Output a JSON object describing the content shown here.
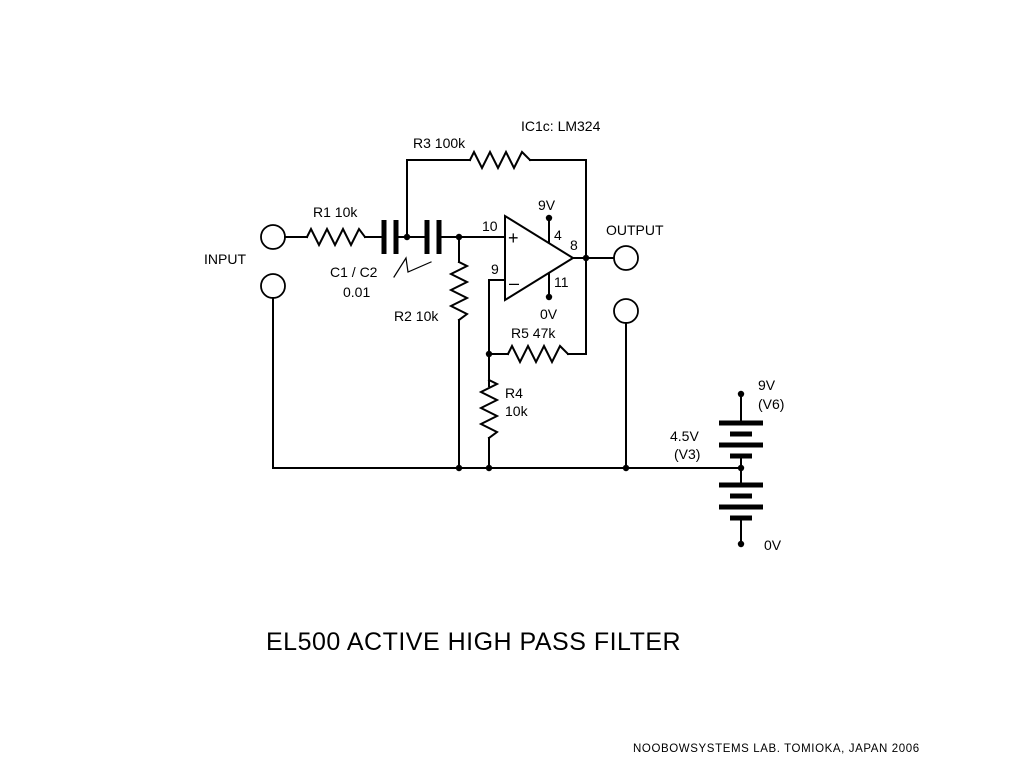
{
  "title": "EL500 ACTIVE HIGH PASS FILTER",
  "credit": "NOOBOWSYSTEMS LAB. TOMIOKA, JAPAN 2006",
  "ic": {
    "label": "IC1c: LM324",
    "pin_noninv": "10",
    "pin_inv": "9",
    "pin_out": "8",
    "pin_vplus": "4",
    "pin_vminus": "11",
    "vplus_label": "9V",
    "vminus_label": "0V",
    "plus_sign": "+",
    "minus_sign": "–"
  },
  "components": {
    "r1": "R1 10k",
    "r2": "R2 10k",
    "r3": "R3 100k",
    "r4_name": "R4",
    "r4_value": "10k",
    "r5": "R5 47k",
    "c_name": "C1 / C2",
    "c_value": "0.01"
  },
  "ports": {
    "input": "INPUT",
    "output": "OUTPUT"
  },
  "supply": {
    "top": "9V",
    "top_sub": "(V6)",
    "mid": "4.5V",
    "mid_sub": "(V3)",
    "bottom": "0V"
  }
}
